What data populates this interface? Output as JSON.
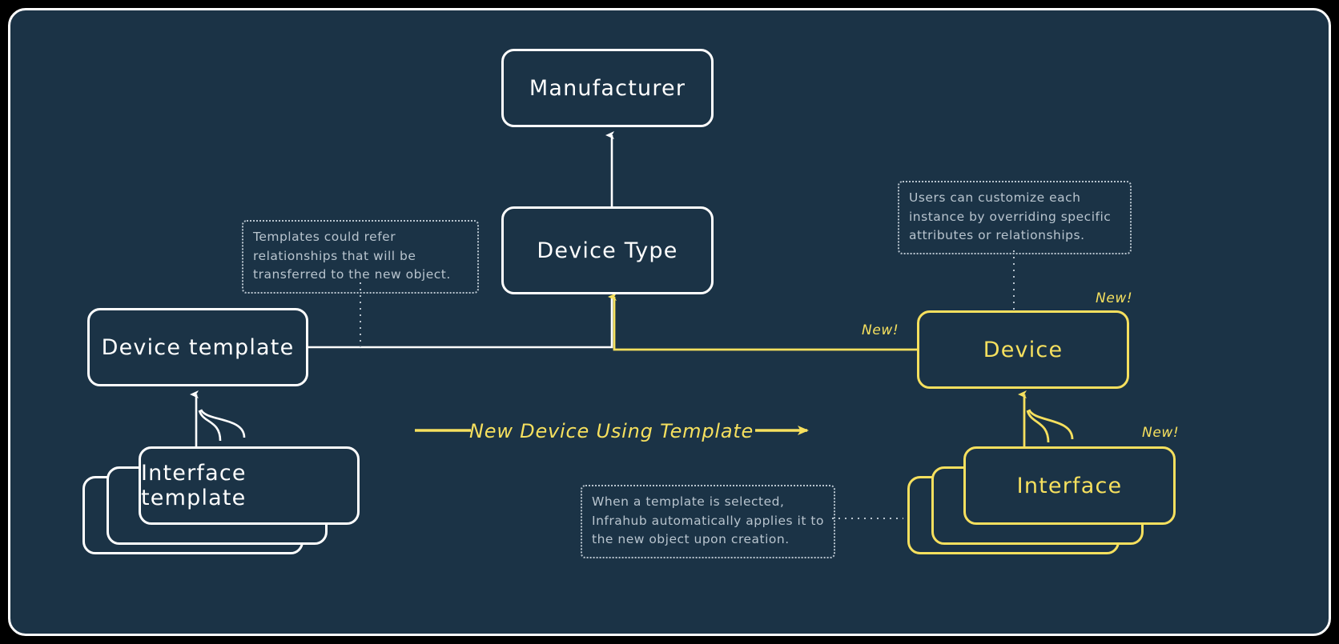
{
  "diagram": {
    "title": "Infrahub device template diagram",
    "colors": {
      "background": "#1b3346",
      "outer": "#000000",
      "existing": "#ffffff",
      "new": "#f6e05e",
      "note_text": "#b8c4ce"
    },
    "nodes": [
      {
        "id": "manufacturer",
        "label": "Manufacturer",
        "style": "white",
        "stacked": false
      },
      {
        "id": "device-type",
        "label": "Device Type",
        "style": "white",
        "stacked": false
      },
      {
        "id": "device-template",
        "label": "Device template",
        "style": "white",
        "stacked": false
      },
      {
        "id": "interface-template",
        "label": "Interface template",
        "style": "white",
        "stacked": true
      },
      {
        "id": "device",
        "label": "Device",
        "style": "yellow",
        "stacked": false
      },
      {
        "id": "interface",
        "label": "Interface",
        "style": "yellow",
        "stacked": true
      }
    ],
    "notes": [
      {
        "id": "note-templates-refer",
        "text": "Templates could refer relationships that will be transferred to the new object."
      },
      {
        "id": "note-users-customize",
        "text": "Users can customize each instance by overriding specific attributes or relationships."
      },
      {
        "id": "note-auto-apply",
        "text": "When a template is selected, Infrahub automatically applies it to the new object upon creation."
      }
    ],
    "badges": [
      {
        "id": "badge-device-corner",
        "label": "New!"
      },
      {
        "id": "badge-device-edge",
        "label": "New!"
      },
      {
        "id": "badge-interface-corner",
        "label": "New!"
      }
    ],
    "flow": {
      "label": "New Device Using Template"
    }
  }
}
